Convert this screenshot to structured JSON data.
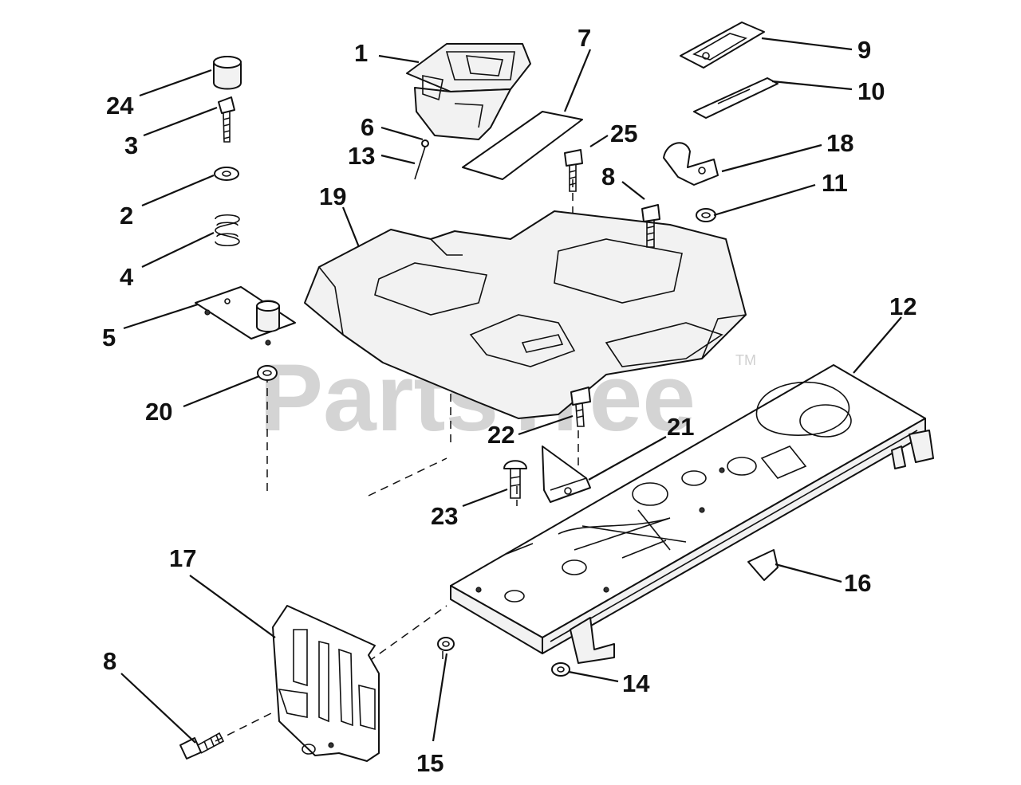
{
  "watermark": {
    "text": "PartsTree",
    "tm": "TM"
  },
  "labels": {
    "l1": "1",
    "l2": "2",
    "l3": "3",
    "l4": "4",
    "l5": "5",
    "l6": "6",
    "l7": "7",
    "l8a": "8",
    "l8b": "8",
    "l9": "9",
    "l10": "10",
    "l11": "11",
    "l12": "12",
    "l13": "13",
    "l14": "14",
    "l15": "15",
    "l16": "16",
    "l17": "17",
    "l18": "18",
    "l19": "19",
    "l20": "20",
    "l21": "21",
    "l22": "22",
    "l23": "23",
    "l24": "24",
    "l25": "25"
  }
}
